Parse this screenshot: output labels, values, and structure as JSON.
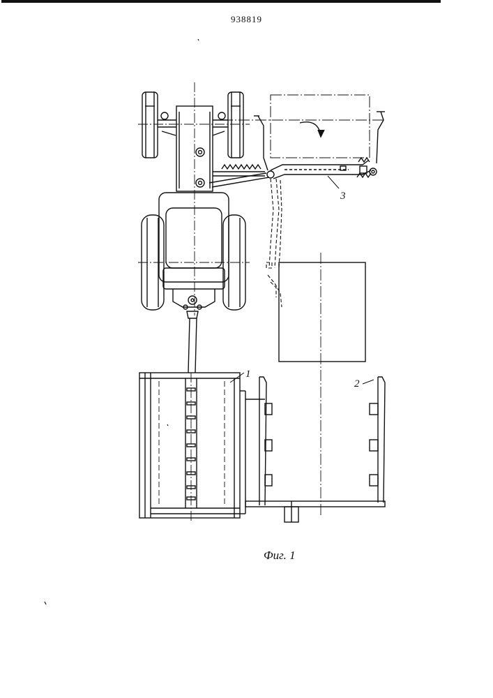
{
  "document": {
    "patent_number": "938819",
    "figure_caption": "Фиг. 1"
  },
  "labels": {
    "label_1": "1",
    "label_2": "2",
    "label_3": "3"
  },
  "colors": {
    "ink": "#111111",
    "paper": "#ffffff"
  }
}
